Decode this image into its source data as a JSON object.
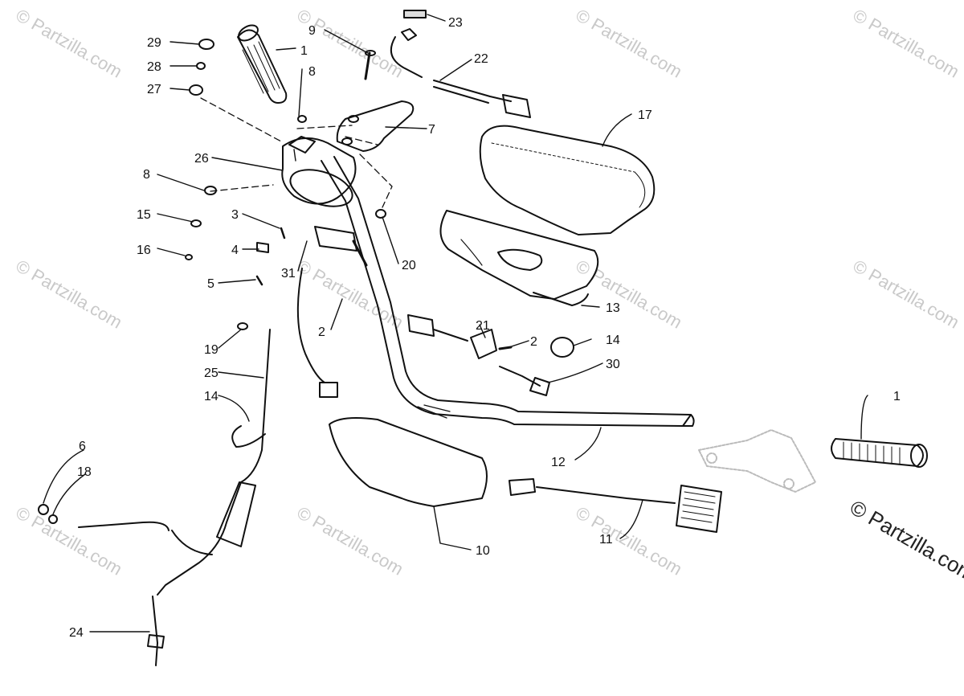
{
  "watermark": "© Partzilla.com",
  "copyright": "© Partzilla.com",
  "callouts": [
    {
      "id": "c1a",
      "label": "1"
    },
    {
      "id": "c1b",
      "label": "1"
    },
    {
      "id": "c2a",
      "label": "2"
    },
    {
      "id": "c2b",
      "label": "2"
    },
    {
      "id": "c3",
      "label": "3"
    },
    {
      "id": "c4",
      "label": "4"
    },
    {
      "id": "c5",
      "label": "5"
    },
    {
      "id": "c6",
      "label": "6"
    },
    {
      "id": "c7",
      "label": "7"
    },
    {
      "id": "c8a",
      "label": "8"
    },
    {
      "id": "c8b",
      "label": "8"
    },
    {
      "id": "c9",
      "label": "9"
    },
    {
      "id": "c10",
      "label": "10"
    },
    {
      "id": "c11",
      "label": "11"
    },
    {
      "id": "c12",
      "label": "12"
    },
    {
      "id": "c13",
      "label": "13"
    },
    {
      "id": "c14a",
      "label": "14"
    },
    {
      "id": "c14b",
      "label": "14"
    },
    {
      "id": "c15",
      "label": "15"
    },
    {
      "id": "c16",
      "label": "16"
    },
    {
      "id": "c17",
      "label": "17"
    },
    {
      "id": "c18",
      "label": "18"
    },
    {
      "id": "c19",
      "label": "19"
    },
    {
      "id": "c20",
      "label": "20"
    },
    {
      "id": "c21",
      "label": "21"
    },
    {
      "id": "c22",
      "label": "22"
    },
    {
      "id": "c23",
      "label": "23"
    },
    {
      "id": "c24",
      "label": "24"
    },
    {
      "id": "c25",
      "label": "25"
    },
    {
      "id": "c26",
      "label": "26"
    },
    {
      "id": "c27",
      "label": "27"
    },
    {
      "id": "c28",
      "label": "28"
    },
    {
      "id": "c29",
      "label": "29"
    },
    {
      "id": "c30",
      "label": "30"
    },
    {
      "id": "c31",
      "label": "31"
    }
  ]
}
